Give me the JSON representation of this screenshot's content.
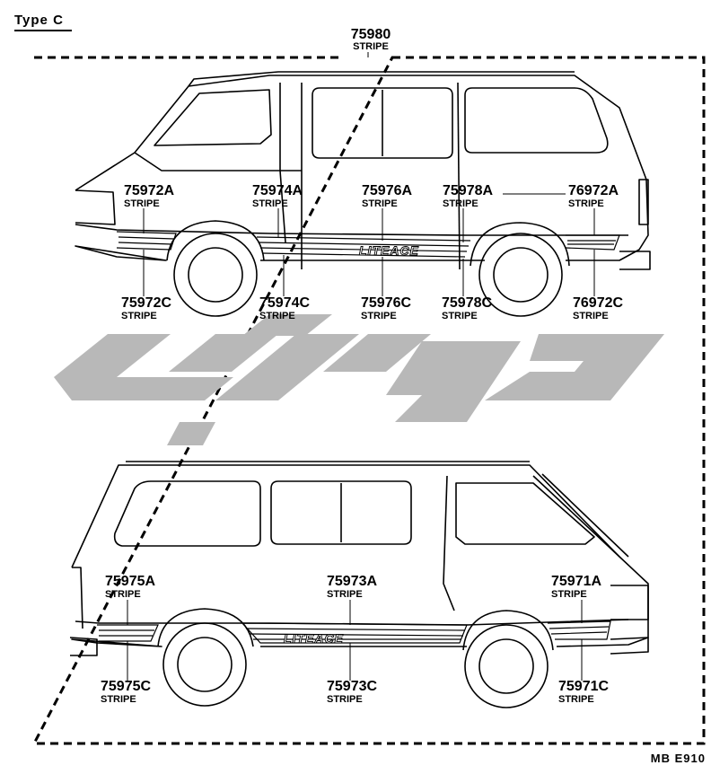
{
  "title": "Type  C",
  "header": {
    "code": "75980",
    "label": "STRIPE"
  },
  "footer": "MB  E910",
  "callouts": {
    "c75972A": {
      "code": "75972A",
      "label": "STRIPE"
    },
    "c75974A": {
      "code": "75974A",
      "label": "STRIPE"
    },
    "c75976A": {
      "code": "75976A",
      "label": "STRIPE"
    },
    "c75978A": {
      "code": "75978A",
      "label": "STRIPE"
    },
    "c76972A": {
      "code": "76972A",
      "label": "STRIPE"
    },
    "c75972C": {
      "code": "75972C",
      "label": "STRIPE"
    },
    "c75974C": {
      "code": "75974C",
      "label": "STRIPE"
    },
    "c75976C": {
      "code": "75976C",
      "label": "STRIPE"
    },
    "c75978C": {
      "code": "75978C",
      "label": "STRIPE"
    },
    "c76972C": {
      "code": "76972C",
      "label": "STRIPE"
    },
    "c75975A": {
      "code": "75975A",
      "label": "STRIPE"
    },
    "c75973A": {
      "code": "75973A",
      "label": "STRIPE"
    },
    "c75971A": {
      "code": "75971A",
      "label": "STRIPE"
    },
    "c75975C": {
      "code": "75975C",
      "label": "STRIPE"
    },
    "c75973C": {
      "code": "75973C",
      "label": "STRIPE"
    },
    "c75971C": {
      "code": "75971C",
      "label": "STRIPE"
    }
  },
  "decal_text": "LITEACE",
  "colors": {
    "line": "#000000",
    "watermark": "#b8b8b8"
  }
}
